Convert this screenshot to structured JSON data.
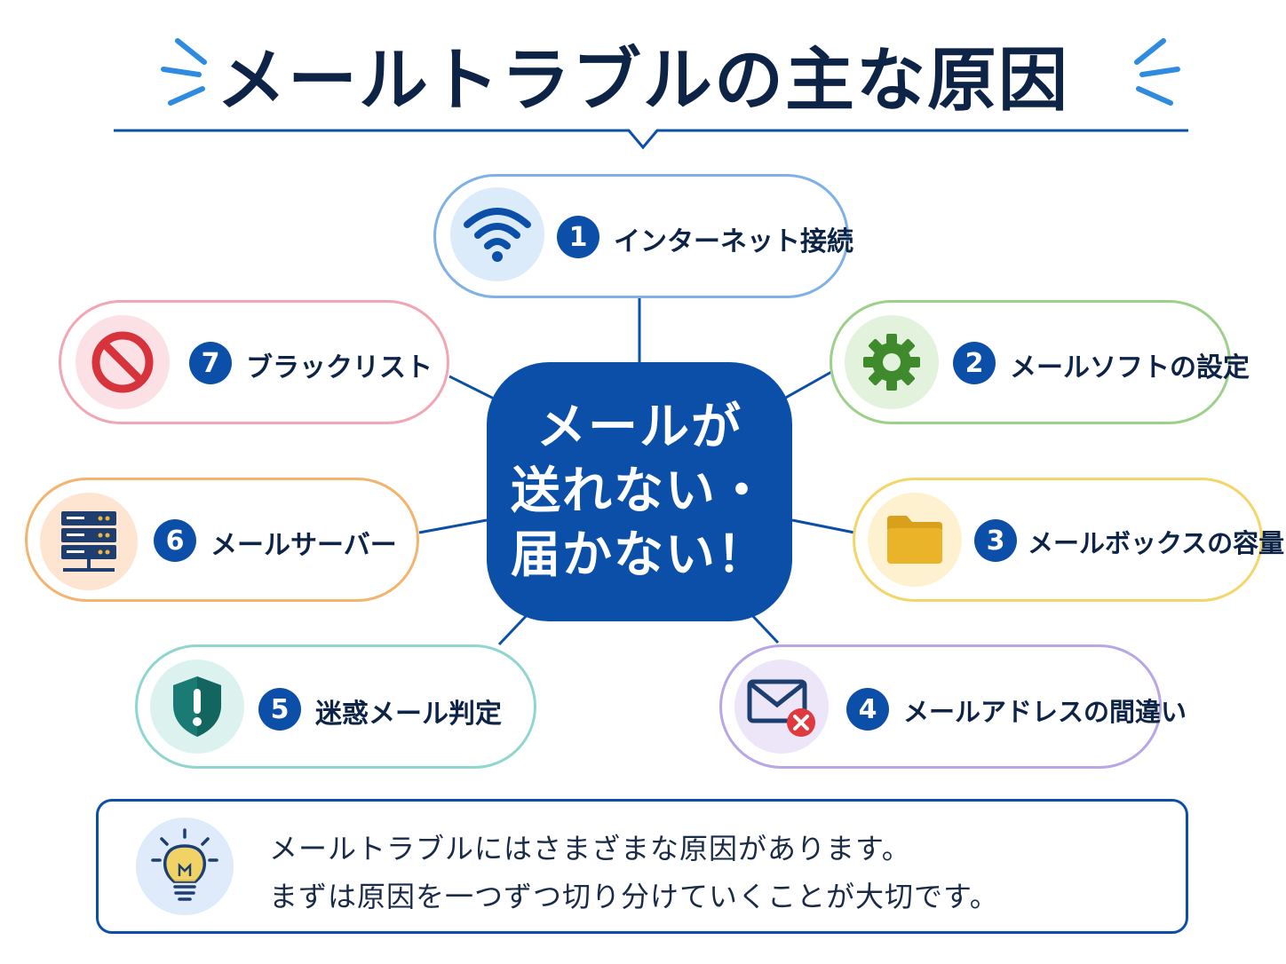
{
  "title": "メールトラブルの主な原因",
  "center": {
    "line1": "メールが",
    "line2": "送れない・",
    "line3": "届かない！"
  },
  "causes": [
    {
      "num": "1",
      "label": "インターネット接続",
      "icon": "wifi-icon",
      "color": "#7fb0e6"
    },
    {
      "num": "2",
      "label": "メールソフトの設定",
      "icon": "gear-icon",
      "color": "#9dd08a"
    },
    {
      "num": "3",
      "label": "メールボックスの容量",
      "icon": "folder-icon",
      "color": "#f4d56a"
    },
    {
      "num": "4",
      "label": "メールアドレスの間違い",
      "icon": "mail-error-icon",
      "color": "#b8a6e6"
    },
    {
      "num": "5",
      "label": "迷惑メール判定",
      "icon": "shield-icon",
      "color": "#8fd6d0"
    },
    {
      "num": "6",
      "label": "メールサーバー",
      "icon": "server-icon",
      "color": "#f4b36e"
    },
    {
      "num": "7",
      "label": "ブラックリスト",
      "icon": "prohibited-icon",
      "color": "#f2a6b4"
    }
  ],
  "note": {
    "line1": "メールトラブルにはさまざまな原因があります。",
    "line2": "まずは原因を一つずつ切り分けていくことが大切です。",
    "icon": "lightbulb-icon"
  },
  "colors": {
    "primary": "#0b4fa9",
    "text": "#0d2447"
  }
}
